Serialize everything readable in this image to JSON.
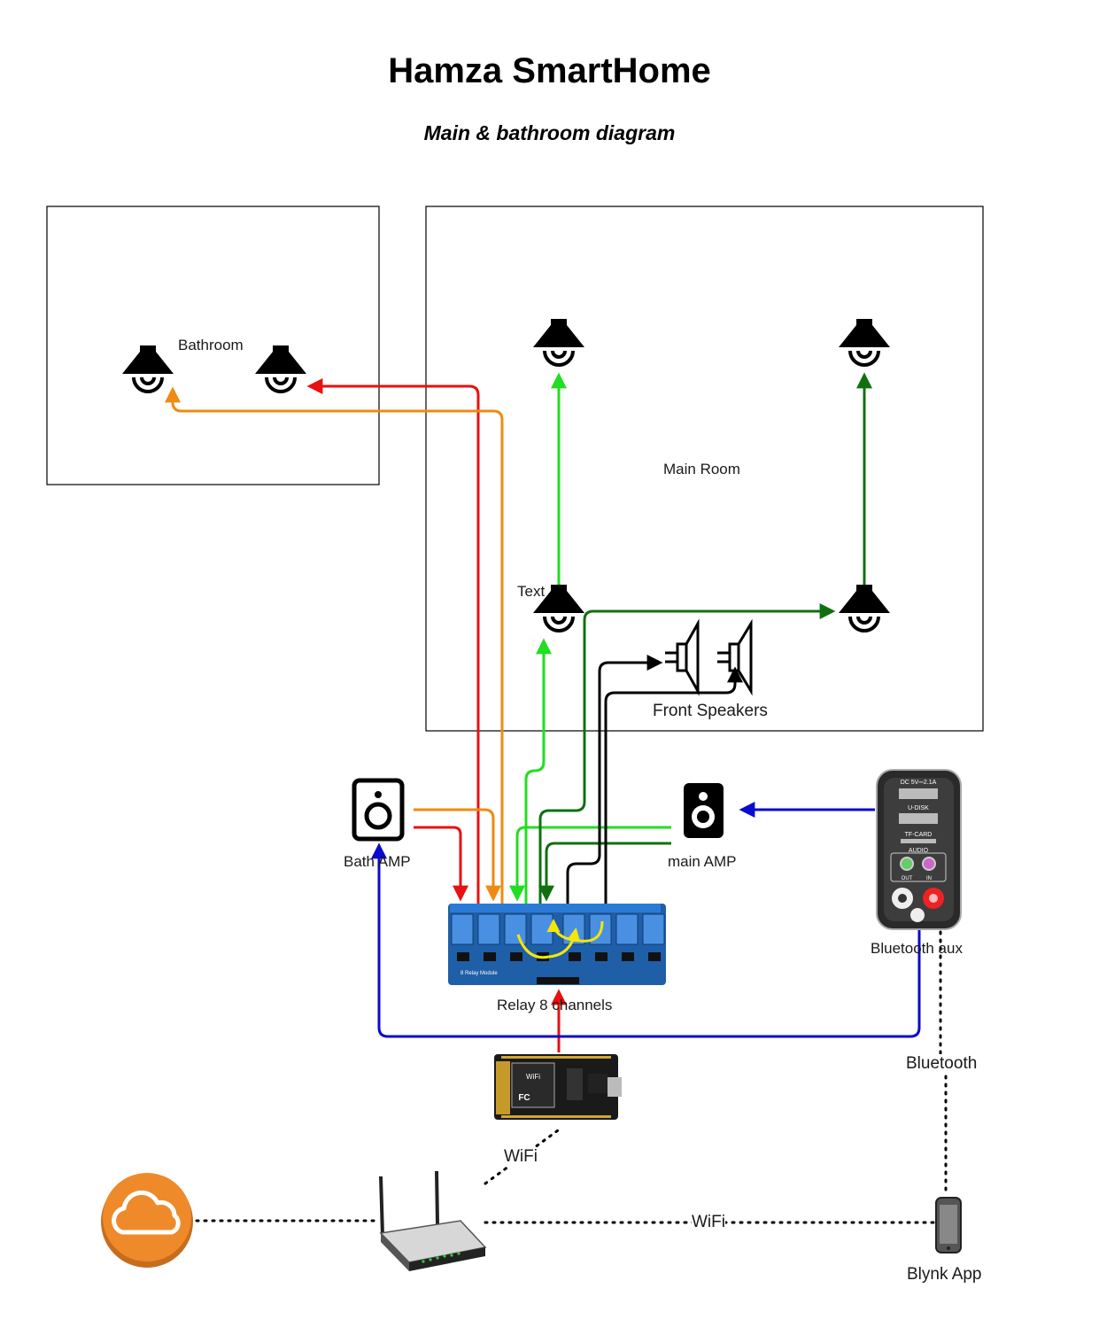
{
  "title": "Hamza SmartHome",
  "subtitle": "Main & bathroom diagram",
  "rooms": {
    "bathroom": "Bathroom",
    "main_room": "Main Room"
  },
  "labels": {
    "text_placeholder": "Text",
    "front_speakers": "Front Speakers",
    "bath_amp": "Bath AMP",
    "main_amp": "main AMP",
    "bluetooth_aux": "Bluetooth aux",
    "relay": "Relay 8 channels",
    "bluetooth_link": "Bluetooth",
    "wifi_link_1": "WiFi",
    "wifi_link_2": "WiFi",
    "blynk_app": "Blynk App"
  },
  "device_text": {
    "aux_dc": "DC 5V⎓2.1A",
    "aux_udisk": "U-DISK",
    "aux_tfcard": "TF-CARD",
    "aux_audio": "AUDIO",
    "aux_out": "OUT",
    "aux_in": "IN",
    "relay_module": "8 Relay Module",
    "mcu_wifi": "WiFi",
    "mcu_fc": "FC"
  },
  "colors": {
    "red": "#e81010",
    "orange": "#f08a12",
    "light_green": "#22dd22",
    "dark_green": "#107010",
    "black": "#000000",
    "blue": "#0a0ad0",
    "cloud": "#ef8a2a",
    "relay_board": "#1e5fa8"
  },
  "icons": [
    "ceiling-lamp-icon",
    "speaker-icon",
    "loudspeaker-icon",
    "relay-board-icon",
    "microcontroller-icon",
    "router-icon",
    "cloud-icon",
    "smartphone-icon",
    "bluetooth-aux-module-icon"
  ]
}
